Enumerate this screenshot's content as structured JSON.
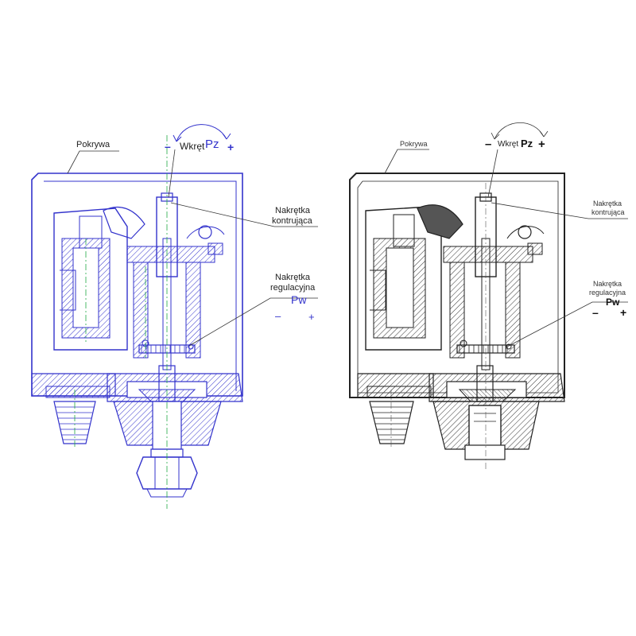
{
  "left_view": {
    "cover_label": "Pokrywa",
    "screw_minus": "–",
    "screw_label": "Wkręt",
    "screw_symbol": "Pz",
    "screw_plus": "+",
    "lock_nut_line1": "Nakrętka",
    "lock_nut_line2": "kontrująca",
    "adjust_nut_line1": "Nakrętka",
    "adjust_nut_line2": "regulacyjna",
    "adjust_symbol": "Pw",
    "adjust_minus": "–",
    "adjust_plus": "+"
  },
  "right_view": {
    "cover_label": "Pokrywa",
    "screw_minus": "–",
    "screw_label": "Wkręt",
    "screw_symbol": "Pz",
    "screw_plus": "+",
    "lock_nut_line1": "Nakrętka",
    "lock_nut_line2": "kontrująca",
    "adjust_nut_line1": "Nakrętka",
    "adjust_nut_line2": "regulacyjna",
    "adjust_symbol": "Pw",
    "adjust_minus": "–",
    "adjust_plus": "+"
  },
  "colors": {
    "left_drawing": "#3333cc",
    "left_centerline": "#22aa44",
    "right_drawing": "#222222",
    "label_text": "#222222"
  }
}
